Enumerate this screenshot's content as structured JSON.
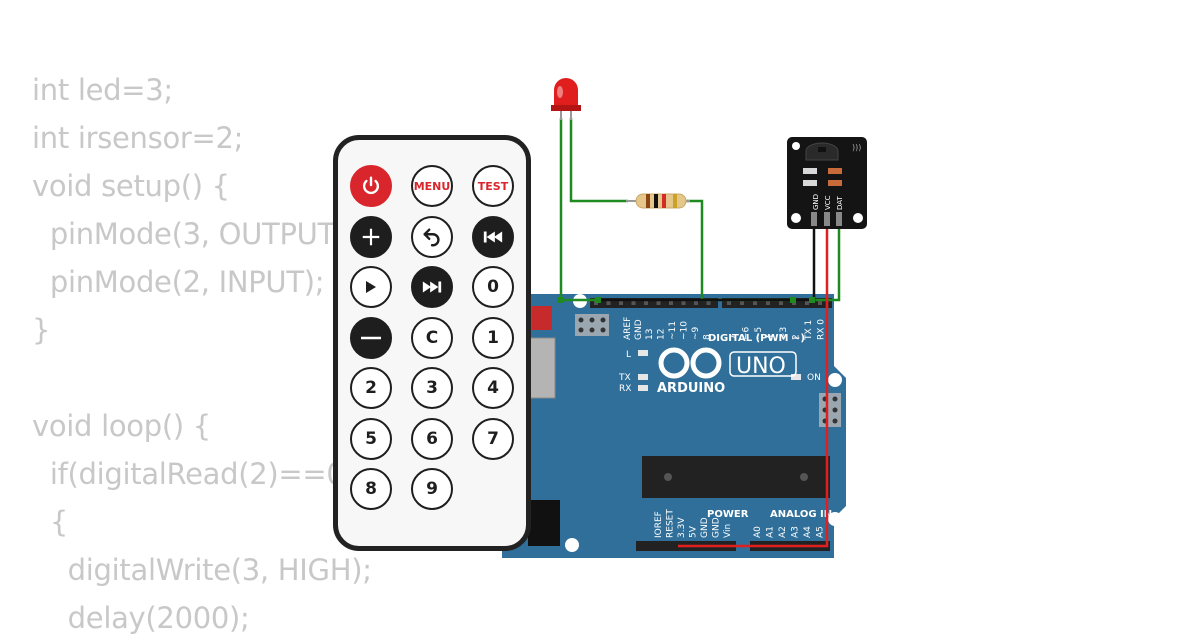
{
  "code_lines": [
    "int led=3;",
    "int irsensor=2;",
    "void setup() {",
    "  pinMode(3, OUTPUT);",
    "  pinMode(2, INPUT);",
    "}",
    "",
    "void loop() {",
    "  if(digitalRead(2)==0)",
    "  {",
    "    digitalWrite(3, HIGH);",
    "    delay(2000);"
  ],
  "remote": {
    "buttons": [
      {
        "id": "power",
        "label": "",
        "icon": "power-icon",
        "style": "red"
      },
      {
        "id": "menu",
        "label": "MENU",
        "icon": "",
        "style": "redtxt"
      },
      {
        "id": "test",
        "label": "TEST",
        "icon": "",
        "style": "redtxt"
      },
      {
        "id": "plus",
        "label": "",
        "icon": "plus-icon",
        "style": "dark"
      },
      {
        "id": "back",
        "label": "",
        "icon": "back-arrow-icon",
        "style": "plain"
      },
      {
        "id": "prev",
        "label": "",
        "icon": "skip-back-icon",
        "style": "dark"
      },
      {
        "id": "play",
        "label": "",
        "icon": "play-icon",
        "style": "plain"
      },
      {
        "id": "next",
        "label": "",
        "icon": "skip-forward-icon",
        "style": "dark"
      },
      {
        "id": "zero",
        "label": "0",
        "icon": "",
        "style": "plain"
      },
      {
        "id": "minus",
        "label": "",
        "icon": "minus-icon",
        "style": "dark"
      },
      {
        "id": "clear",
        "label": "C",
        "icon": "",
        "style": "plain"
      },
      {
        "id": "one",
        "label": "1",
        "icon": "",
        "style": "plain"
      },
      {
        "id": "two",
        "label": "2",
        "icon": "",
        "style": "plain"
      },
      {
        "id": "three",
        "label": "3",
        "icon": "",
        "style": "plain"
      },
      {
        "id": "four",
        "label": "4",
        "icon": "",
        "style": "plain"
      },
      {
        "id": "five",
        "label": "5",
        "icon": "",
        "style": "plain"
      },
      {
        "id": "six",
        "label": "6",
        "icon": "",
        "style": "plain"
      },
      {
        "id": "seven",
        "label": "7",
        "icon": "",
        "style": "plain"
      },
      {
        "id": "eight",
        "label": "8",
        "icon": "",
        "style": "plain"
      },
      {
        "id": "nine",
        "label": "9",
        "icon": "",
        "style": "plain"
      }
    ]
  },
  "arduino": {
    "brand": "ARDUINO",
    "model": "UNO",
    "digital_label": "DIGITAL (PWM ~)",
    "power_label": "POWER",
    "analog_label": "ANALOG IN",
    "led_l": "L",
    "led_tx": "TX",
    "led_rx": "RX",
    "led_on": "ON",
    "aref": "AREF",
    "gnd": "GND",
    "digital_pins": [
      "13",
      "12",
      "~11",
      "~10",
      "~9",
      "8",
      "7",
      "~6",
      "~5",
      "4",
      "~3",
      "2",
      "TX 1",
      "RX 0"
    ],
    "power_pins": [
      "IOREF",
      "RESET",
      "3.3V",
      "5V",
      "GND",
      "GND",
      "Vin"
    ],
    "analog_pins": [
      "A0",
      "A1",
      "A2",
      "A3",
      "A4",
      "A5"
    ]
  },
  "sensor": {
    "pins": [
      "GND",
      "VCC",
      "DAT"
    ]
  },
  "colors": {
    "board": "#2f6f9a",
    "board_dark": "#235a80",
    "wire_green": "#1f8a1f",
    "wire_red": "#e02020",
    "wire_black": "#111111",
    "code_text": "#c8c8c8",
    "remote_red": "#d9262c"
  }
}
